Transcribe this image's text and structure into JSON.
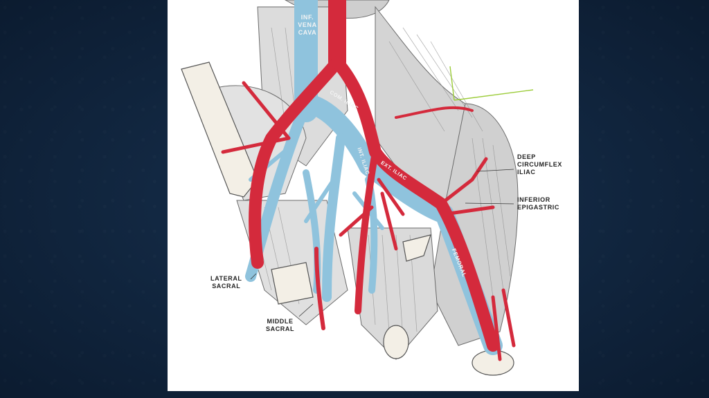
{
  "figure": {
    "vessel_labels": {
      "inf_vena_cava": [
        "INF.",
        "VENA",
        "CAVA"
      ],
      "com_iliac": "COM. ILIAC",
      "int_iliac": "INT. ILIAC",
      "ext_iliac": "EXT. ILIAC",
      "femoral": "FEMORAL"
    },
    "callouts": {
      "deep_circumflex": [
        "DEEP",
        "CIRCUMFLEX",
        "ILIAC"
      ],
      "inferior_epigastric": [
        "INFERIOR",
        "EPIGASTRIC"
      ],
      "lateral_sacral": [
        "LATERAL",
        "SACRAL"
      ],
      "middle_sacral": [
        "MIDDLE",
        "SACRAL"
      ]
    },
    "colors": {
      "artery": "#d42a3c",
      "vein": "#8fc3dd",
      "muscle": "#9c9c9c",
      "pointer_green": "#9ccc3a"
    }
  }
}
